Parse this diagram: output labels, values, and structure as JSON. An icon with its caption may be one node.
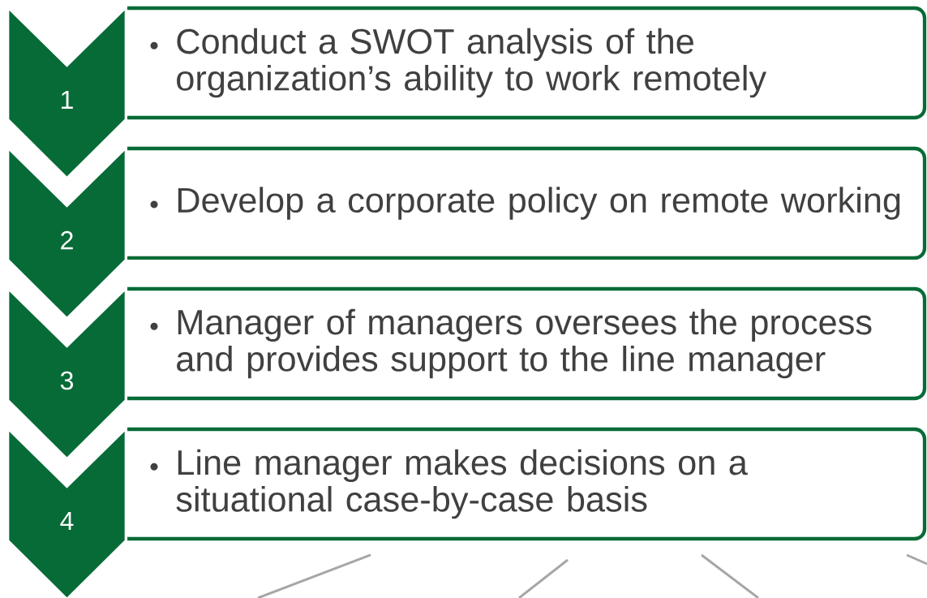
{
  "diagram": {
    "nodes": [
      {
        "text": [
          "1"
        ]
      },
      {
        "text": [
          "Conduct a SWOT analysis of the organization’s ability to work remotely"
        ]
      },
      {
        "text": [
          "2"
        ]
      },
      {
        "text": [
          "Develop a corporate policy on remote working"
        ]
      },
      {
        "text": [
          "3"
        ]
      },
      {
        "text": [
          "Manager of managers oversees the process and provides support to the line manager"
        ]
      },
      {
        "text": [
          "4"
        ]
      },
      {
        "text": [
          "Line manager makes decisions on a situational case-by-case basis"
        ]
      }
    ]
  }
}
